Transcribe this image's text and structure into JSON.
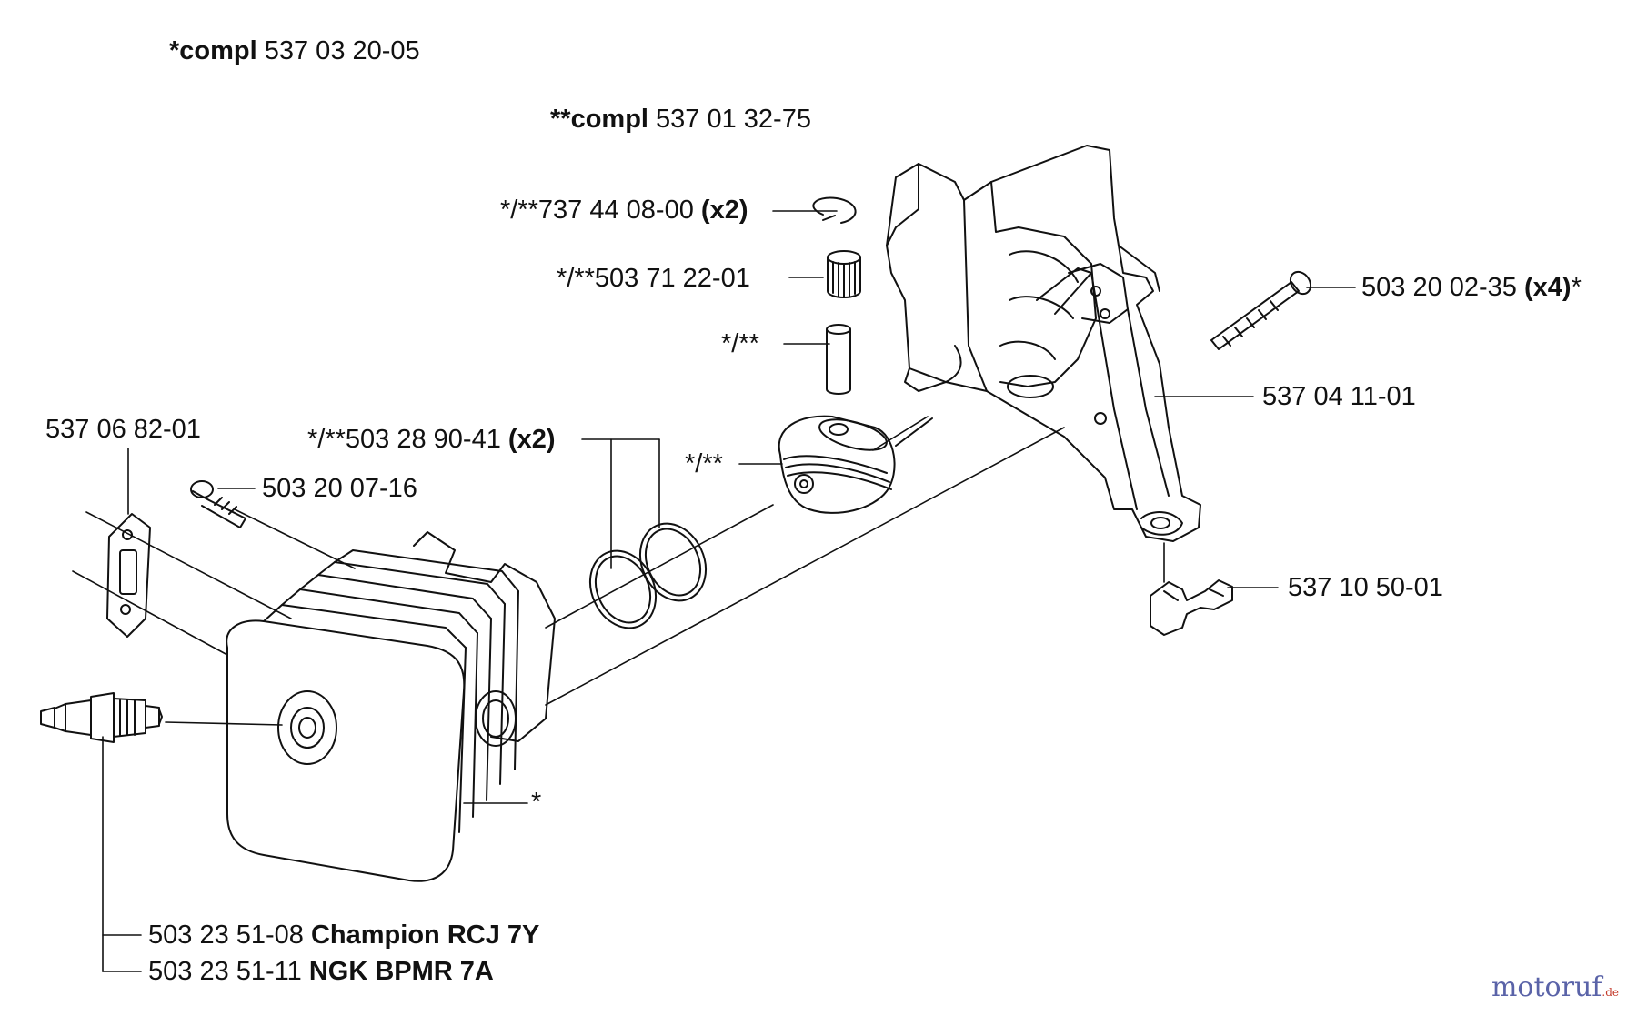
{
  "labels": {
    "compl1": {
      "bold": "*compl",
      "text": " 537 03 20-05"
    },
    "compl2": {
      "bold": "**compl",
      "text": " 537 01 32-75"
    },
    "clip": {
      "text": "*/**737 44 08-00 ",
      "bold": "(x2)"
    },
    "bearing": {
      "text": "*/**503 71 22-01"
    },
    "pin": {
      "text": "*/**"
    },
    "rings": {
      "text": "*/**503 28 90-41 ",
      "bold": "(x2)"
    },
    "piston": {
      "text": "*/**"
    },
    "gasket": {
      "text": "537 06 82-01"
    },
    "screw_small": {
      "text": "503 20 07-16"
    },
    "screw_long": {
      "text": "503 20 02-35 ",
      "bold": "(x4)",
      "suffix": "*"
    },
    "crankcase": {
      "text": "537 04 11-01"
    },
    "clamp": {
      "text": "537 10 50-01"
    },
    "cylinder": {
      "text": "*"
    },
    "plug1": {
      "text": "503 23 51-08 ",
      "bold": "Champion RCJ 7Y"
    },
    "plug2": {
      "text": "503 23 51-11 ",
      "bold": "NGK BPMR 7A"
    }
  },
  "watermark": {
    "main": "motoruf",
    "suffix": ".de"
  }
}
